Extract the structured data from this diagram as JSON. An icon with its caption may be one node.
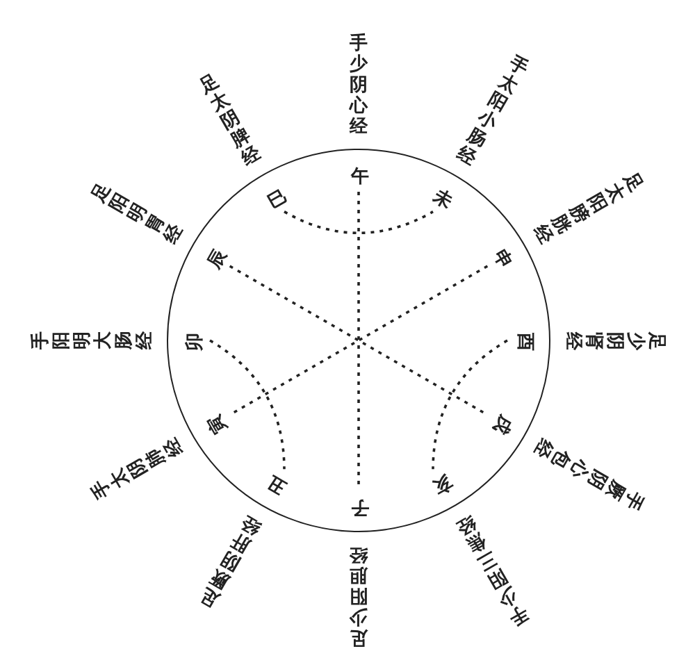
{
  "diagram": {
    "nodes": [
      {
        "text": [],
        "shape": "circle"
      },
      {
        "text": [
          "午"
        ],
        "in": 0,
        "beside": [
          "手少阴心经"
        ]
      },
      {
        "text": [
          "未"
        ],
        "in": 0,
        "beside": [
          "手太阳小肠经"
        ]
      },
      {
        "text": [
          "申"
        ],
        "in": 0,
        "beside": [
          "足太阳膀胱经"
        ]
      },
      {
        "text": [
          "酉"
        ],
        "in": 0,
        "beside": [
          "足少阴肾经"
        ]
      },
      {
        "text": [
          "戌"
        ],
        "in": 0,
        "beside": [
          "手厥阴心包经"
        ]
      },
      {
        "text": [
          "亥"
        ],
        "in": 0,
        "beside": [
          "手少阳三焦经"
        ]
      },
      {
        "text": [
          "子"
        ],
        "in": 0,
        "beside": [
          "足少阳胆经"
        ]
      },
      {
        "text": [
          "丑"
        ],
        "in": 0,
        "beside": [
          "足厥阴肝经"
        ]
      },
      {
        "text": [
          "寅"
        ],
        "in": 0,
        "beside": [
          "手太阴肺经"
        ]
      },
      {
        "text": [
          "卯"
        ],
        "in": 0,
        "beside": [
          "手阳明大肠经"
        ]
      },
      {
        "text": [
          "辰"
        ],
        "in": 0,
        "beside": [
          "足阳明胃经"
        ]
      },
      {
        "text": [
          "巳"
        ],
        "in": 0,
        "beside": [
          "足太阴脾经"
        ]
      }
    ],
    "edges": [
      {
        "from": 1,
        "to": 7,
        "arrow": "none",
        "style": "dashed"
      },
      {
        "from": 11,
        "to": 5,
        "arrow": "none",
        "style": "dashed"
      },
      {
        "from": 3,
        "to": 9,
        "arrow": "none",
        "style": "dashed"
      },
      {
        "from": 12,
        "to": 2,
        "arrow": "none",
        "style": "dashed"
      },
      {
        "from": 10,
        "to": 8,
        "arrow": "none",
        "style": "dashed"
      },
      {
        "from": 4,
        "to": 6,
        "arrow": "none",
        "style": "dashed"
      }
    ]
  }
}
